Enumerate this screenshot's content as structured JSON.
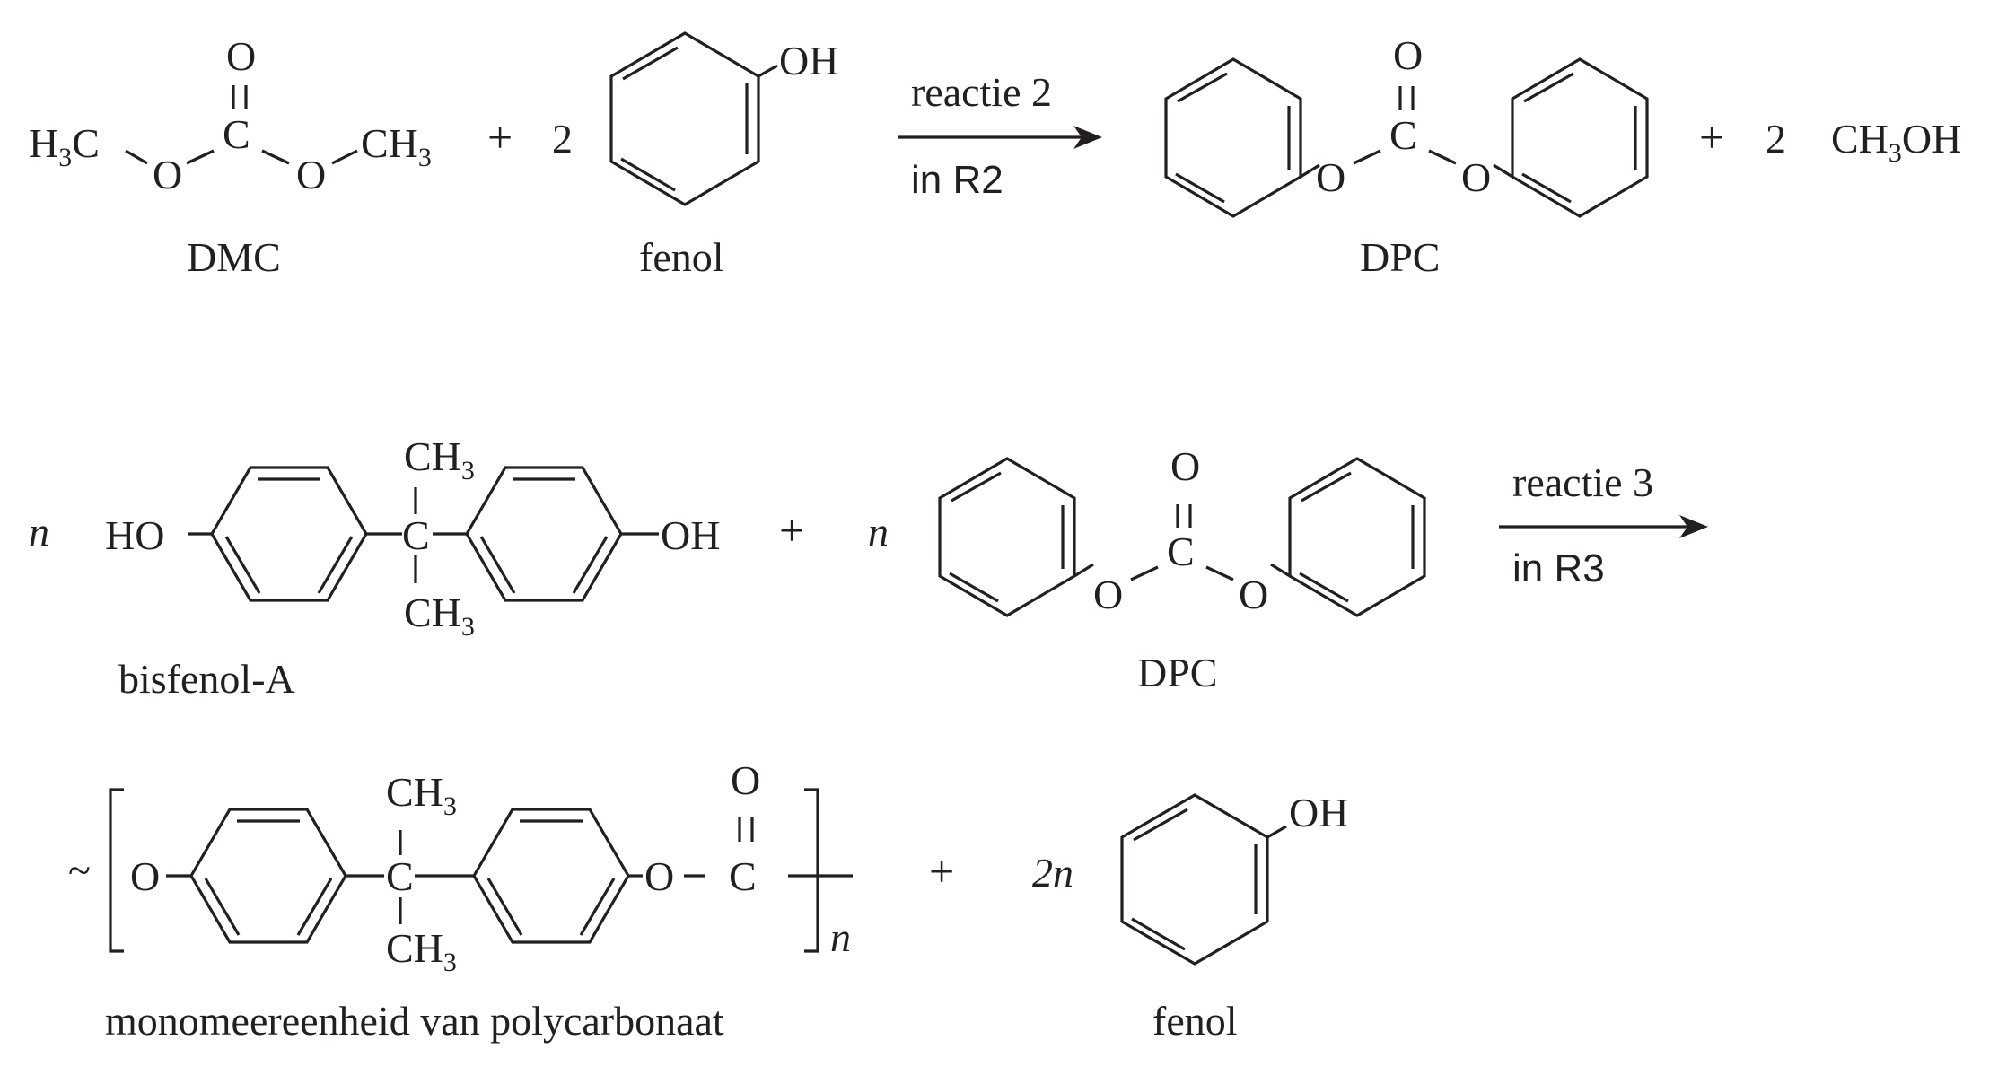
{
  "reaction2": {
    "dmc": {
      "h3c": "H",
      "h3c_sub": "3",
      "h3c_c": "C",
      "o_left": "O",
      "c_center": "C",
      "o_top": "O",
      "o_right": "O",
      "ch3": "CH",
      "ch3_sub": "3",
      "name": "DMC"
    },
    "plus1": "+",
    "coef_fenol": "2",
    "fenol": {
      "oh": "OH",
      "name": "fenol"
    },
    "arrow": {
      "above": "reactie 2",
      "below": "in R2"
    },
    "dpc": {
      "o_top": "O",
      "c": "C",
      "o_left": "O",
      "o_right": "O",
      "name": "DPC"
    },
    "plus2": "+",
    "coef_methanol": "2",
    "methanol": {
      "ch": "CH",
      "sub": "3",
      "oh": "OH"
    }
  },
  "reaction3": {
    "coef_bpa": "n",
    "bpa": {
      "ho": "HO",
      "oh": "OH",
      "c": "C",
      "ch3_top": "CH",
      "ch3_top_sub": "3",
      "ch3_bottom": "CH",
      "ch3_bottom_sub": "3",
      "name": "bisfenol-A"
    },
    "plus1": "+",
    "coef_dpc": "n",
    "dpc": {
      "o_top": "O",
      "c": "C",
      "o_left": "O",
      "o_right": "O",
      "name": "DPC"
    },
    "arrow": {
      "above": "reactie 3",
      "below": "in R3"
    }
  },
  "product": {
    "tilde": "~",
    "o_left": "O",
    "c_center": "C",
    "ch3_top": "CH",
    "ch3_top_sub": "3",
    "ch3_bottom": "CH",
    "ch3_bottom_sub": "3",
    "o_right": "O",
    "dash": "–",
    "c_carbonyl": "C",
    "o_carbonyl": "O",
    "repeat_n": "n",
    "name": "monomeereenheid van polycarbonaat",
    "plus": "+",
    "coef_fenol": "2n",
    "fenol": {
      "oh": "OH",
      "name": "fenol"
    }
  }
}
